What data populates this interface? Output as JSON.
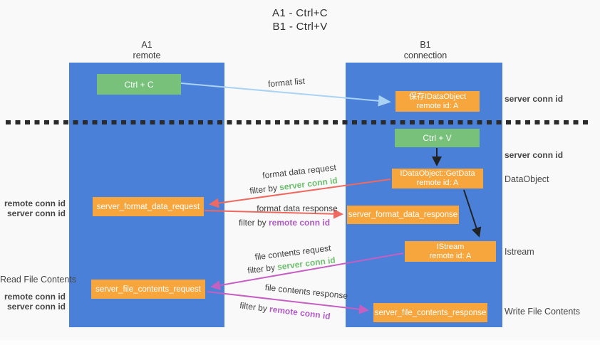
{
  "title": {
    "line1": "A1 - Ctrl+C",
    "line2": "B1 - Ctrl+V"
  },
  "lanes": {
    "a": {
      "id": "A1",
      "role": "remote"
    },
    "b": {
      "id": "B1",
      "role": "connection"
    }
  },
  "nodes": {
    "ctrl_c": {
      "label": "Ctrl + C"
    },
    "save_idataobject": {
      "line1": "保存IDataObject",
      "line2": "remote id: A"
    },
    "ctrl_v": {
      "label": "Ctrl + V"
    },
    "idataobject_getdata": {
      "line1": "IDataObject::GetData",
      "line2": "remote id: A"
    },
    "server_format_data_request": {
      "label": "server_format_data_request"
    },
    "server_format_data_response": {
      "label": "server_format_data_response"
    },
    "istream": {
      "line1": "IStream",
      "line2": "remote id: A"
    },
    "server_file_contents_request": {
      "label": "server_file_contents_request"
    },
    "server_file_contents_response": {
      "label": "server_file_contents_response"
    }
  },
  "flow_labels": {
    "format_list": "format list",
    "format_data_request": "format data request",
    "format_data_response": "format data response",
    "file_contents_request": "file contents request",
    "file_contents_response": "file contents response",
    "filter_by": "filter by",
    "server_conn_id": "server conn id",
    "remote_conn_id": "remote conn id"
  },
  "side_labels": {
    "right": {
      "server_conn_id_top": "server conn id",
      "server_conn_id_mid": "server conn id",
      "dataobject": "DataObject",
      "istream": "Istream",
      "write_file_contents": "Write File Contents"
    },
    "left": {
      "remote_conn_id_format": "remote conn id",
      "server_conn_id_format": "server conn id",
      "read_file_contents": "Read File Contents",
      "remote_conn_id_file": "remote conn id",
      "server_conn_id_file": "server conn id"
    }
  },
  "colors": {
    "lane_blue": "#4a80d8",
    "box_green": "#77c17b",
    "box_orange": "#f7a63d",
    "green_id": "#6fbf6f",
    "purple_id": "#b05ac4",
    "arrow_red": "#ee6a60",
    "arrow_magenta": "#c55fc2",
    "arrow_blue": "#a9d2f3",
    "arrow_black": "#222222",
    "text_dark": "#3f3f3f",
    "bg": "#f9f9f9"
  }
}
